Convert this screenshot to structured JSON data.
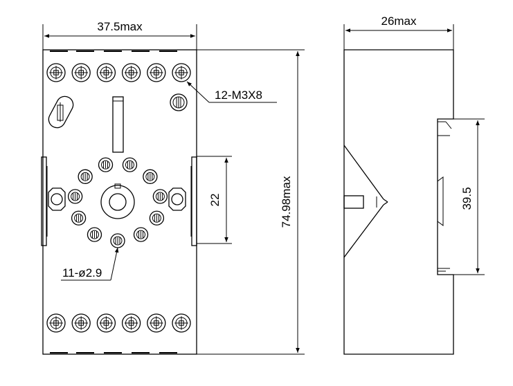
{
  "dimensions": {
    "front_width": "37.5max",
    "overall_height": "74.98max",
    "side_width": "26max",
    "socket_span": "22",
    "rail_span": "39.5"
  },
  "callouts": {
    "screws": "12-M3X8",
    "holes": "11-ø2.9"
  },
  "counts": {
    "top_screws": 6,
    "bottom_screws": 6,
    "socket_pins": 11
  }
}
